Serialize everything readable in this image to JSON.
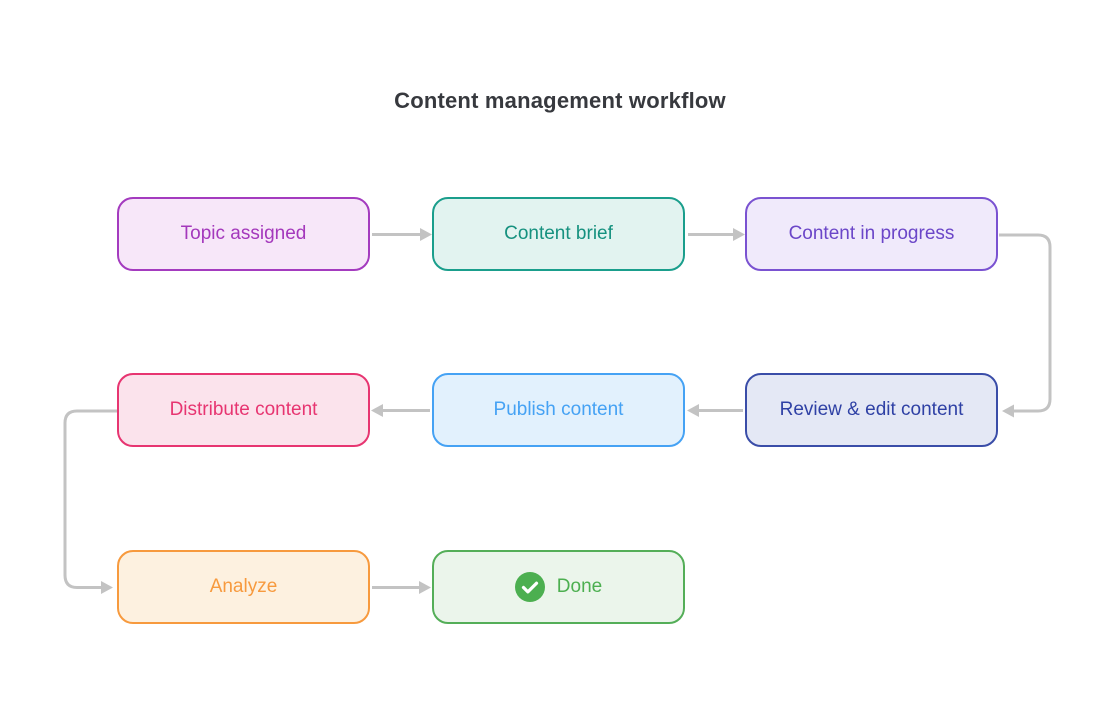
{
  "title": "Content management workflow",
  "connector_color": "#c3c3c3",
  "nodes": [
    {
      "id": "topic-assigned",
      "label": "Topic assigned",
      "border": "#a43bbf",
      "fill": "#f7e7f9",
      "text": "#a438bc"
    },
    {
      "id": "content-brief",
      "label": "Content brief",
      "border": "#1a9e8c",
      "fill": "#e2f3f0",
      "text": "#16917f"
    },
    {
      "id": "content-in-progress",
      "label": "Content in progress",
      "border": "#7a52d1",
      "fill": "#f0eafb",
      "text": "#6b46c8"
    },
    {
      "id": "review-edit-content",
      "label": "Review & edit content",
      "border": "#3a4da8",
      "fill": "#e4e8f5",
      "text": "#2f41a5"
    },
    {
      "id": "publish-content",
      "label": "Publish content",
      "border": "#45a2f4",
      "fill": "#e2f1fd",
      "text": "#45a2f4"
    },
    {
      "id": "distribute-content",
      "label": "Distribute content",
      "border": "#e73571",
      "fill": "#fbe3ec",
      "text": "#e73571"
    },
    {
      "id": "analyze",
      "label": "Analyze",
      "border": "#f79a3e",
      "fill": "#fdf1e0",
      "text": "#f79a3e"
    },
    {
      "id": "done",
      "label": "Done",
      "border": "#54ae58",
      "fill": "#ebf5eb",
      "text": "#4caf50",
      "icon": "check-circle",
      "icon_bg": "#4caf50",
      "icon_check": "#ffffff"
    }
  ],
  "edges": [
    {
      "from": "Topic assigned",
      "to": "Content brief"
    },
    {
      "from": "Content brief",
      "to": "Content in progress"
    },
    {
      "from": "Content in progress",
      "to": "Review & edit content"
    },
    {
      "from": "Review & edit content",
      "to": "Publish content"
    },
    {
      "from": "Publish content",
      "to": "Distribute content"
    },
    {
      "from": "Distribute content",
      "to": "Analyze"
    },
    {
      "from": "Analyze",
      "to": "Done"
    }
  ]
}
